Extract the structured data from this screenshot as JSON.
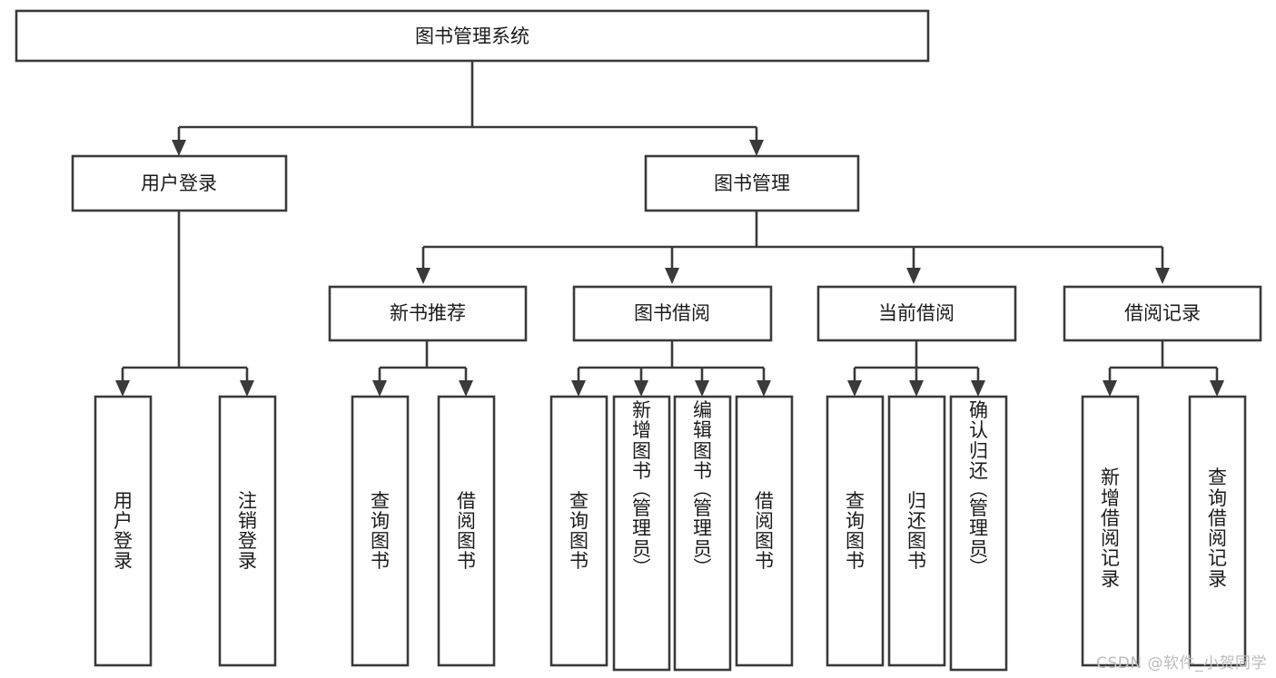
{
  "diagram": {
    "title": "图书管理系统",
    "type": "tree",
    "watermark": "CSDN @软件_小贺同学",
    "colors": {
      "stroke": "#3a3a3a",
      "fill": "#ffffff",
      "text": "#1b1b1b",
      "watermark": "#bcbcbc",
      "background": "#ffffff"
    },
    "levels": {
      "root": {
        "label": "图书管理系统"
      },
      "level2": [
        {
          "label": "用户登录"
        },
        {
          "label": "图书管理"
        }
      ],
      "level3": [
        {
          "label": "新书推荐"
        },
        {
          "label": "图书借阅"
        },
        {
          "label": "当前借阅"
        },
        {
          "label": "借阅记录"
        }
      ],
      "level4": [
        {
          "label": "用户登录",
          "parent": "用户登录"
        },
        {
          "label": "注销登录",
          "parent": "用户登录"
        },
        {
          "label": "查询图书",
          "parent": "新书推荐"
        },
        {
          "label": "借阅图书",
          "parent": "新书推荐"
        },
        {
          "label": "查询图书",
          "parent": "图书借阅"
        },
        {
          "label": "新增图书（管理员）",
          "parent": "图书借阅"
        },
        {
          "label": "编辑图书（管理员）",
          "parent": "图书借阅"
        },
        {
          "label": "借阅图书",
          "parent": "图书借阅"
        },
        {
          "label": "查询图书",
          "parent": "当前借阅"
        },
        {
          "label": "归还图书",
          "parent": "当前借阅"
        },
        {
          "label": "确认归还（管理员）",
          "parent": "当前借阅"
        },
        {
          "label": "新增借阅记录",
          "parent": "借阅记录"
        },
        {
          "label": "查询借阅记录",
          "parent": "借阅记录"
        }
      ]
    }
  },
  "nodes": {
    "root": "图书管理系统",
    "n_user_login": "用户登录",
    "n_book_mgmt": "图书管理",
    "n_new_rec": "新书推荐",
    "n_book_borrow": "图书借阅",
    "n_current_borrow": "当前借阅",
    "n_borrow_record": "借阅记录",
    "l_user_login": "用户登录",
    "l_logout": "注销登录",
    "l_query_book_1": "查询图书",
    "l_borrow_book_1": "借阅图书",
    "l_query_book_2": "查询图书",
    "l_add_book": "新增图书（管理员）",
    "l_edit_book": "编辑图书（管理员）",
    "l_borrow_book_2": "借阅图书",
    "l_query_book_3": "查询图书",
    "l_return_book": "归还图书",
    "l_confirm_return": "确认归还（管理员）",
    "l_add_record": "新增借阅记录",
    "l_query_record": "查询借阅记录"
  },
  "footer": {
    "watermark": "CSDN @软件_小贺同学"
  }
}
